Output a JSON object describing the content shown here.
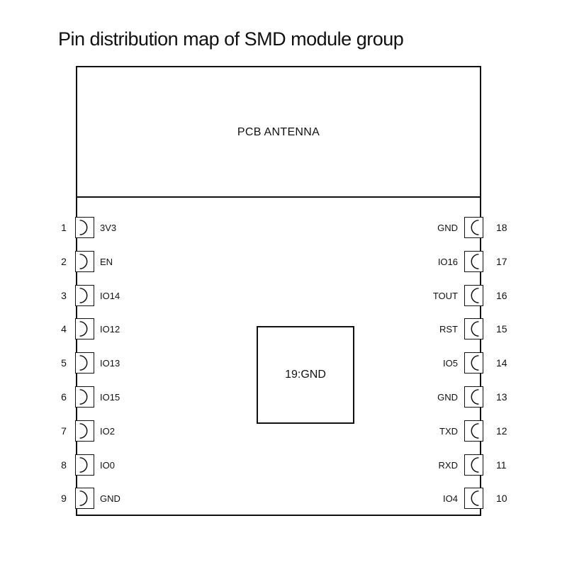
{
  "title": "Pin distribution map of SMD module group",
  "antenna": {
    "label": "PCB ANTENNA"
  },
  "center_pad": {
    "label": "19:GND"
  },
  "left_pins": [
    {
      "number": "1",
      "name": "3V3"
    },
    {
      "number": "2",
      "name": "EN"
    },
    {
      "number": "3",
      "name": "IO14"
    },
    {
      "number": "4",
      "name": "IO12"
    },
    {
      "number": "5",
      "name": "IO13"
    },
    {
      "number": "6",
      "name": "IO15"
    },
    {
      "number": "7",
      "name": "IO2"
    },
    {
      "number": "8",
      "name": "IO0"
    },
    {
      "number": "9",
      "name": "GND"
    }
  ],
  "right_pins": [
    {
      "number": "18",
      "name": "GND"
    },
    {
      "number": "17",
      "name": "IO16"
    },
    {
      "number": "16",
      "name": "TOUT"
    },
    {
      "number": "15",
      "name": "RST"
    },
    {
      "number": "14",
      "name": "IO5"
    },
    {
      "number": "13",
      "name": "GND"
    },
    {
      "number": "12",
      "name": "TXD"
    },
    {
      "number": "11",
      "name": "RXD"
    },
    {
      "number": "10",
      "name": "IO4"
    }
  ]
}
